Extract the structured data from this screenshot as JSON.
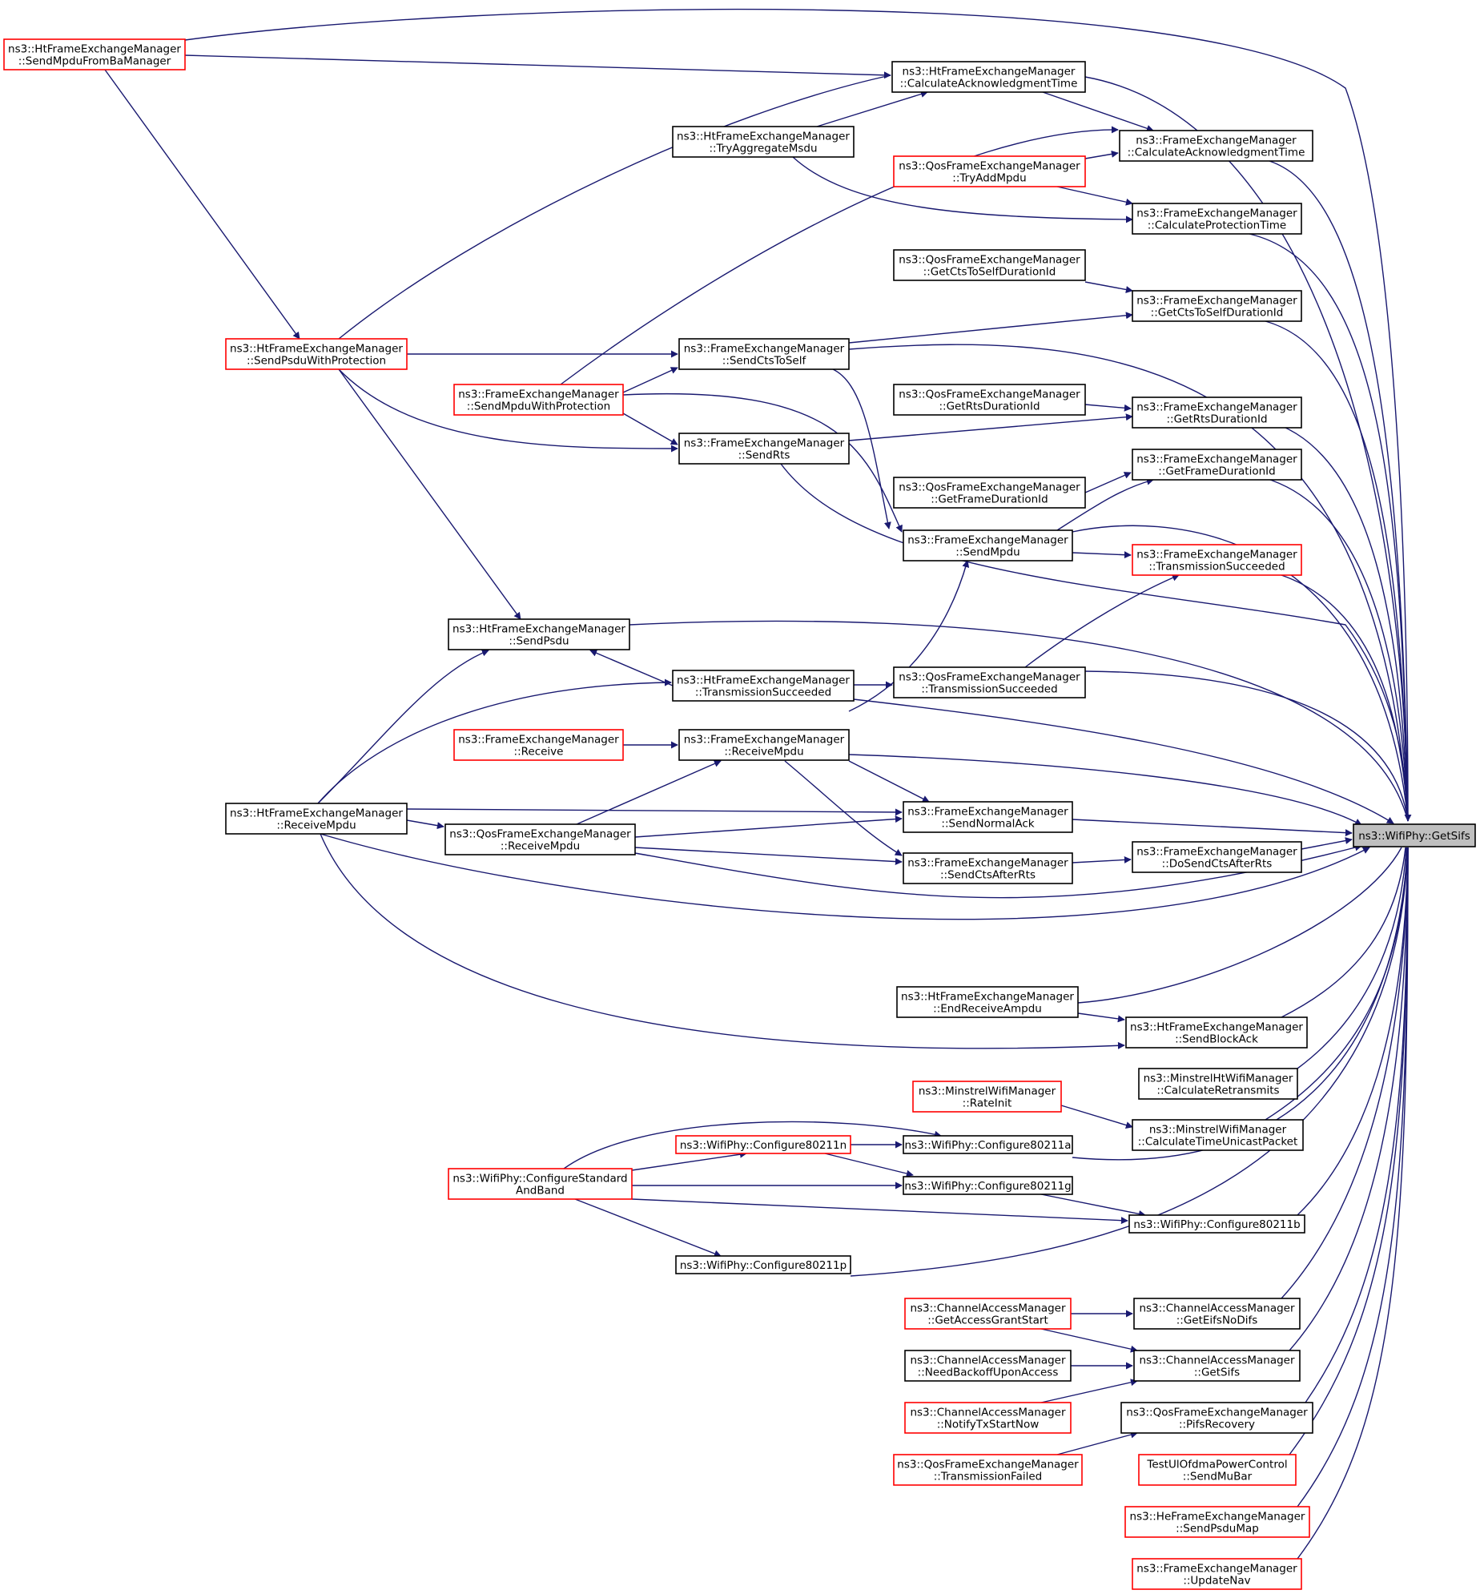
{
  "title": "ns3::WifiPhy::GetSifs caller graph",
  "colors": {
    "edge": "#191970",
    "normal_border": "#000000",
    "truncated_border": "#ff0000",
    "root_fill": "#bfbfbf"
  },
  "nodes": [
    {
      "id": "getsifs_root",
      "lines": [
        "ns3::WifiPhy::GetSifs"
      ],
      "style": "root"
    },
    {
      "id": "ht_sendmpdufromba",
      "lines": [
        "ns3::HtFrameExchangeManager",
        "::SendMpduFromBaManager"
      ],
      "style": "red"
    },
    {
      "id": "ht_calcack",
      "lines": [
        "ns3::HtFrameExchangeManager",
        "::CalculateAcknowledgmentTime"
      ],
      "style": "black"
    },
    {
      "id": "ht_tryaggmsdu",
      "lines": [
        "ns3::HtFrameExchangeManager",
        "::TryAggregateMsdu"
      ],
      "style": "black"
    },
    {
      "id": "fem_calcack",
      "lines": [
        "ns3::FrameExchangeManager",
        "::CalculateAcknowledgmentTime"
      ],
      "style": "black"
    },
    {
      "id": "qos_tryaddmpdu",
      "lines": [
        "ns3::QosFrameExchangeManager",
        "::TryAddMpdu"
      ],
      "style": "red"
    },
    {
      "id": "fem_calcprot",
      "lines": [
        "ns3::FrameExchangeManager",
        "::CalculateProtectionTime"
      ],
      "style": "black"
    },
    {
      "id": "qos_getctsself",
      "lines": [
        "ns3::QosFrameExchangeManager",
        "::GetCtsToSelfDurationId"
      ],
      "style": "black"
    },
    {
      "id": "fem_getctsself",
      "lines": [
        "ns3::FrameExchangeManager",
        "::GetCtsToSelfDurationId"
      ],
      "style": "black"
    },
    {
      "id": "ht_sendpsduprot",
      "lines": [
        "ns3::HtFrameExchangeManager",
        "::SendPsduWithProtection"
      ],
      "style": "red"
    },
    {
      "id": "fem_sendctstoself",
      "lines": [
        "ns3::FrameExchangeManager",
        "::SendCtsToSelf"
      ],
      "style": "black"
    },
    {
      "id": "fem_sendmpduprot",
      "lines": [
        "ns3::FrameExchangeManager",
        "::SendMpduWithProtection"
      ],
      "style": "red"
    },
    {
      "id": "qos_getrts",
      "lines": [
        "ns3::QosFrameExchangeManager",
        "::GetRtsDurationId"
      ],
      "style": "black"
    },
    {
      "id": "fem_getrts",
      "lines": [
        "ns3::FrameExchangeManager",
        "::GetRtsDurationId"
      ],
      "style": "black"
    },
    {
      "id": "fem_sendrts",
      "lines": [
        "ns3::FrameExchangeManager",
        "::SendRts"
      ],
      "style": "black"
    },
    {
      "id": "fem_getframedur",
      "lines": [
        "ns3::FrameExchangeManager",
        "::GetFrameDurationId"
      ],
      "style": "black"
    },
    {
      "id": "qos_getframedur",
      "lines": [
        "ns3::QosFrameExchangeManager",
        "::GetFrameDurationId"
      ],
      "style": "black"
    },
    {
      "id": "fem_sendmpdu",
      "lines": [
        "ns3::FrameExchangeManager",
        "::SendMpdu"
      ],
      "style": "black"
    },
    {
      "id": "fem_txsucc",
      "lines": [
        "ns3::FrameExchangeManager",
        "::TransmissionSucceeded"
      ],
      "style": "red"
    },
    {
      "id": "ht_sendpsdu",
      "lines": [
        "ns3::HtFrameExchangeManager",
        "::SendPsdu"
      ],
      "style": "black"
    },
    {
      "id": "qos_txsucc",
      "lines": [
        "ns3::QosFrameExchangeManager",
        "::TransmissionSucceeded"
      ],
      "style": "black"
    },
    {
      "id": "ht_txsucc",
      "lines": [
        "ns3::HtFrameExchangeManager",
        "::TransmissionSucceeded"
      ],
      "style": "black"
    },
    {
      "id": "fem_receive",
      "lines": [
        "ns3::FrameExchangeManager",
        "::Receive"
      ],
      "style": "red"
    },
    {
      "id": "fem_receivempdu",
      "lines": [
        "ns3::FrameExchangeManager",
        "::ReceiveMpdu"
      ],
      "style": "black"
    },
    {
      "id": "ht_receivempdu",
      "lines": [
        "ns3::HtFrameExchangeManager",
        "::ReceiveMpdu"
      ],
      "style": "black"
    },
    {
      "id": "fem_sendnormalack",
      "lines": [
        "ns3::FrameExchangeManager",
        "::SendNormalAck"
      ],
      "style": "black"
    },
    {
      "id": "qos_receivempdu",
      "lines": [
        "ns3::QosFrameExchangeManager",
        "::ReceiveMpdu"
      ],
      "style": "black"
    },
    {
      "id": "fem_dosendcts",
      "lines": [
        "ns3::FrameExchangeManager",
        "::DoSendCtsAfterRts"
      ],
      "style": "black"
    },
    {
      "id": "fem_sendcts",
      "lines": [
        "ns3::FrameExchangeManager",
        "::SendCtsAfterRts"
      ],
      "style": "black"
    },
    {
      "id": "ht_endreceiveampdu",
      "lines": [
        "ns3::HtFrameExchangeManager",
        "::EndReceiveAmpdu"
      ],
      "style": "black"
    },
    {
      "id": "ht_sendblockack",
      "lines": [
        "ns3::HtFrameExchangeManager",
        "::SendBlockAck"
      ],
      "style": "black"
    },
    {
      "id": "minstrelht_calcretx",
      "lines": [
        "ns3::MinstrelHtWifiManager",
        "::CalculateRetransmits"
      ],
      "style": "black"
    },
    {
      "id": "minstrel_rateinit",
      "lines": [
        "ns3::MinstrelWifiManager",
        "::RateInit"
      ],
      "style": "red"
    },
    {
      "id": "minstrel_calctime",
      "lines": [
        "ns3::MinstrelWifiManager",
        "::CalculateTimeUnicastPacket"
      ],
      "style": "black"
    },
    {
      "id": "wifiphy_80211n",
      "lines": [
        "ns3::WifiPhy::Configure80211n"
      ],
      "style": "red"
    },
    {
      "id": "wifiphy_80211a",
      "lines": [
        "ns3::WifiPhy::Configure80211a"
      ],
      "style": "black"
    },
    {
      "id": "wifiphy_configstd",
      "lines": [
        "ns3::WifiPhy::ConfigureStandard",
        "AndBand"
      ],
      "style": "red"
    },
    {
      "id": "wifiphy_80211g",
      "lines": [
        "ns3::WifiPhy::Configure80211g"
      ],
      "style": "black"
    },
    {
      "id": "wifiphy_80211b",
      "lines": [
        "ns3::WifiPhy::Configure80211b"
      ],
      "style": "black"
    },
    {
      "id": "wifiphy_80211p",
      "lines": [
        "ns3::WifiPhy::Configure80211p"
      ],
      "style": "black"
    },
    {
      "id": "cam_getaccessgrant",
      "lines": [
        "ns3::ChannelAccessManager",
        "::GetAccessGrantStart"
      ],
      "style": "red"
    },
    {
      "id": "cam_geteifsnodifs",
      "lines": [
        "ns3::ChannelAccessManager",
        "::GetEifsNoDifs"
      ],
      "style": "black"
    },
    {
      "id": "cam_needbackoff",
      "lines": [
        "ns3::ChannelAccessManager",
        "::NeedBackoffUponAccess"
      ],
      "style": "black"
    },
    {
      "id": "cam_getsifs",
      "lines": [
        "ns3::ChannelAccessManager",
        "::GetSifs"
      ],
      "style": "black"
    },
    {
      "id": "cam_notifytxstart",
      "lines": [
        "ns3::ChannelAccessManager",
        "::NotifyTxStartNow"
      ],
      "style": "red"
    },
    {
      "id": "qos_pifsrecovery",
      "lines": [
        "ns3::QosFrameExchangeManager",
        "::PifsRecovery"
      ],
      "style": "black"
    },
    {
      "id": "qos_txfailed",
      "lines": [
        "ns3::QosFrameExchangeManager",
        "::TransmissionFailed"
      ],
      "style": "red"
    },
    {
      "id": "test_sendmubar",
      "lines": [
        "TestUlOfdmaPowerControl",
        "::SendMuBar"
      ],
      "style": "red"
    },
    {
      "id": "he_sendpsdumap",
      "lines": [
        "ns3::HeFrameExchangeManager",
        "::SendPsduMap"
      ],
      "style": "red"
    },
    {
      "id": "fem_updatenav",
      "lines": [
        "ns3::FrameExchangeManager",
        "::UpdateNav"
      ],
      "style": "red"
    }
  ]
}
